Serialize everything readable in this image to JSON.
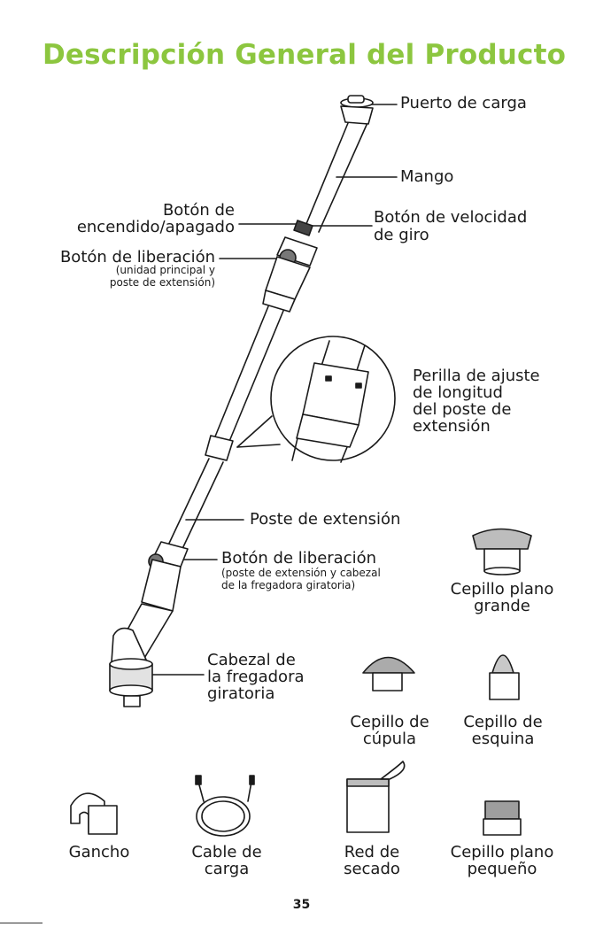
{
  "title": "Descripción General del Producto",
  "labels": {
    "charging_port": "Puerto de carga",
    "handle": "Mango",
    "power_button_l1": "Botón de",
    "power_button_l2": "encendido/apagado",
    "speed_button_l1": "Botón de velocidad",
    "speed_button_l2": "de giro",
    "release_button_top": "Botón de liberación",
    "release_button_top_note_l1": "(unidad principal y",
    "release_button_top_note_l2": "poste de extensión)",
    "length_knob_l1": "Perilla de ajuste",
    "length_knob_l2": "de longitud",
    "length_knob_l3": "del poste de",
    "length_knob_l4": "extensión",
    "extension_pole": "Poste de extensión",
    "release_button_bottom": "Botón de liberación",
    "release_button_bottom_note_l1": "(poste de extensión y cabezal",
    "release_button_bottom_note_l2": "de la fregadora giratoria)",
    "scrubber_head_l1": "Cabezal de",
    "scrubber_head_l2": "la fregadora",
    "scrubber_head_l3": "giratoria"
  },
  "accessories": {
    "large_flat_brush_l1": "Cepillo plano",
    "large_flat_brush_l2": "grande",
    "dome_brush_l1": "Cepillo de",
    "dome_brush_l2": "cúpula",
    "corner_brush_l1": "Cepillo de",
    "corner_brush_l2": "esquina",
    "hook": "Gancho",
    "cable_l1": "Cable de",
    "cable_l2": "carga",
    "net_l1": "Red de",
    "net_l2": "secado",
    "small_flat_brush_l1": "Cepillo plano",
    "small_flat_brush_l2": "pequeño"
  },
  "page_number": "35",
  "colors": {
    "accent": "#8cc63f",
    "line": "#1a1a1a",
    "fill_grey": "#d9d9d9"
  }
}
